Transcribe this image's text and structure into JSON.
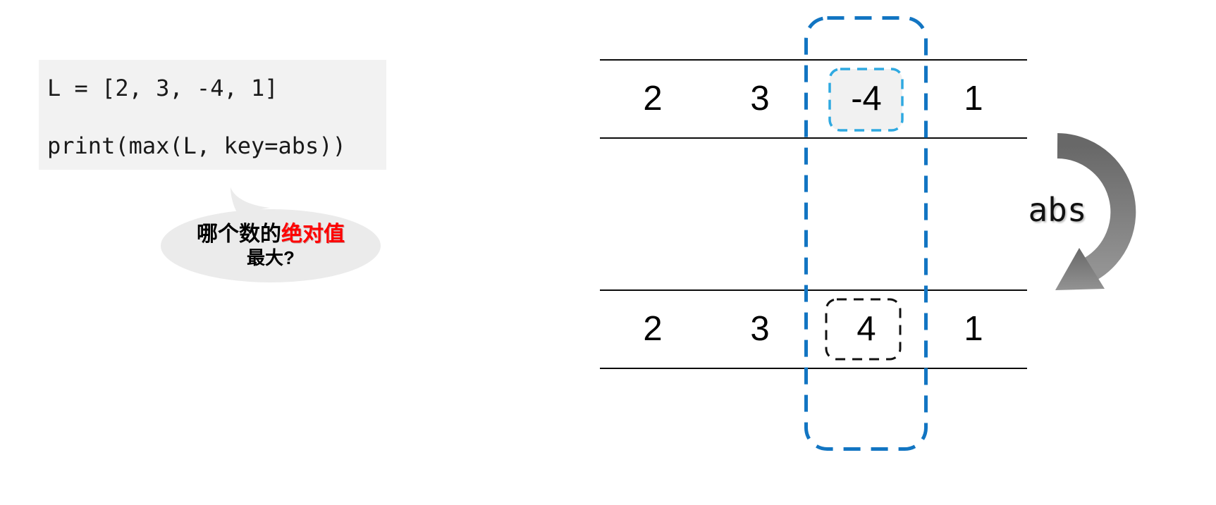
{
  "code_block": {
    "lines": [
      "L = [2, 3, -4, 1]",
      "print(max(L, key=abs))"
    ]
  },
  "speech_bubble": {
    "question_prefix": "哪个数的",
    "question_highlight": "绝对值",
    "question_suffix": "最大?"
  },
  "diagram": {
    "top_row": {
      "values": [
        "2",
        "3",
        "-4",
        "1"
      ]
    },
    "bottom_row": {
      "values": [
        "2",
        "3",
        "4",
        "1"
      ]
    },
    "highlighted_column_index": 2,
    "arrow_label": "abs"
  },
  "colors": {
    "selector_blue": "#1275c2",
    "input_highlight_blue": "#2fa9e1",
    "highlight_red": "#ff0000",
    "arrow_gray_top": "#686868",
    "arrow_gray_bottom": "#939393",
    "code_background": "#f2f2f2",
    "bubble_background": "#ebebeb"
  }
}
